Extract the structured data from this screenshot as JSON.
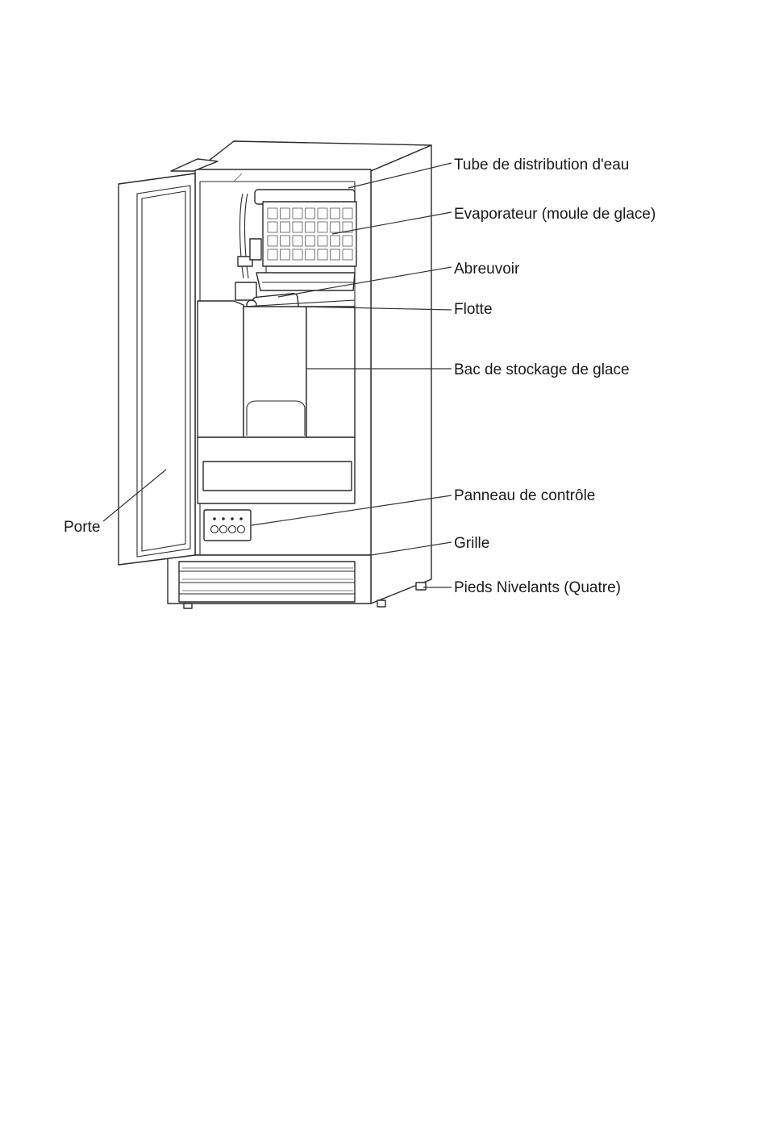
{
  "labels": {
    "tube": "Tube de distribution d'eau",
    "evaporateur": "Evaporateur (moule de glace)",
    "abreuvoir": "Abreuvoir",
    "flotte": "Flotte",
    "bac": "Bac de stockage de glace",
    "panneau": "Panneau de contrôle",
    "grille": "Grille",
    "pieds": "Pieds Nivelants (Quatre)",
    "porte": "Porte"
  },
  "colors": {
    "line": "#2a2a2a",
    "float_highlight": "#6fa8c8"
  }
}
